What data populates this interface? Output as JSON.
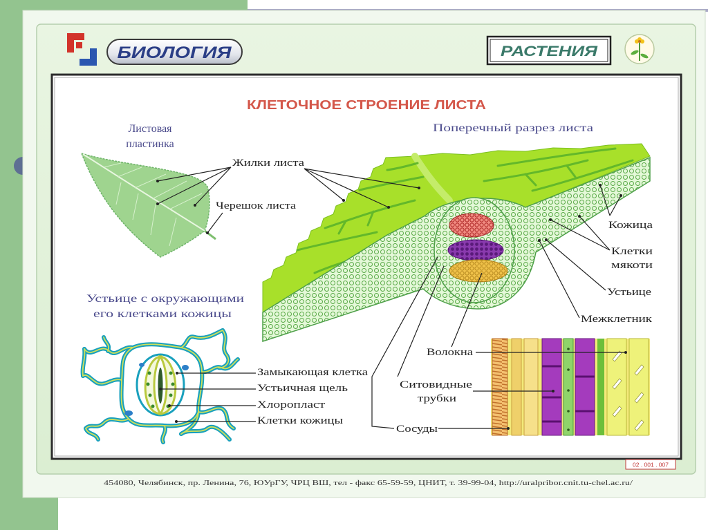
{
  "header": {
    "subject": "БИОЛОГИЯ",
    "section": "РАСТЕНИЯ"
  },
  "title": "КЛЕТОЧНОЕ СТРОЕНИЕ ЛИСТА",
  "leaf_blade": {
    "heading_line1": "Листовая",
    "heading_line2": "пластинка",
    "veins_label": "Жилки листа",
    "petiole_label": "Черешок листа"
  },
  "cross_section": {
    "heading": "Поперечный разрез листа",
    "epidermis_label": "Кожица",
    "mesophyll_label_line1": "Клетки",
    "mesophyll_label_line2": "мякоти",
    "stoma_label": "Устьице",
    "intercellular_label": "Межклетник"
  },
  "stoma_detail": {
    "heading_line1": "Устьице с окружающими",
    "heading_line2": "его клетками кожицы",
    "labels": [
      "Замыкающая клетка",
      "Устьичная щель",
      "Хлоропласт",
      "Клетки кожицы"
    ]
  },
  "vascular": {
    "fibers_label": "Волокна",
    "sieve_tubes_line1": "Ситовидные",
    "sieve_tubes_line2": "трубки",
    "vessels_label": "Сосуды"
  },
  "poster_code": "02 . 001 . 007",
  "footer": "454080, Челябинск, пр. Ленина, 76, ЮУрГУ, ЧРЦ ВШ, тел - факс 65-59-59, ЦНИТ, т. 39-99-04, http://uralpribor.cnit.tu-chel.ac.ru/",
  "colors": {
    "title": "#d4574a",
    "heading": "#4b4b8c",
    "slide_accent": "#93c48f",
    "subject_text": "#2b3e86",
    "section_text": "#3b7a6a"
  }
}
